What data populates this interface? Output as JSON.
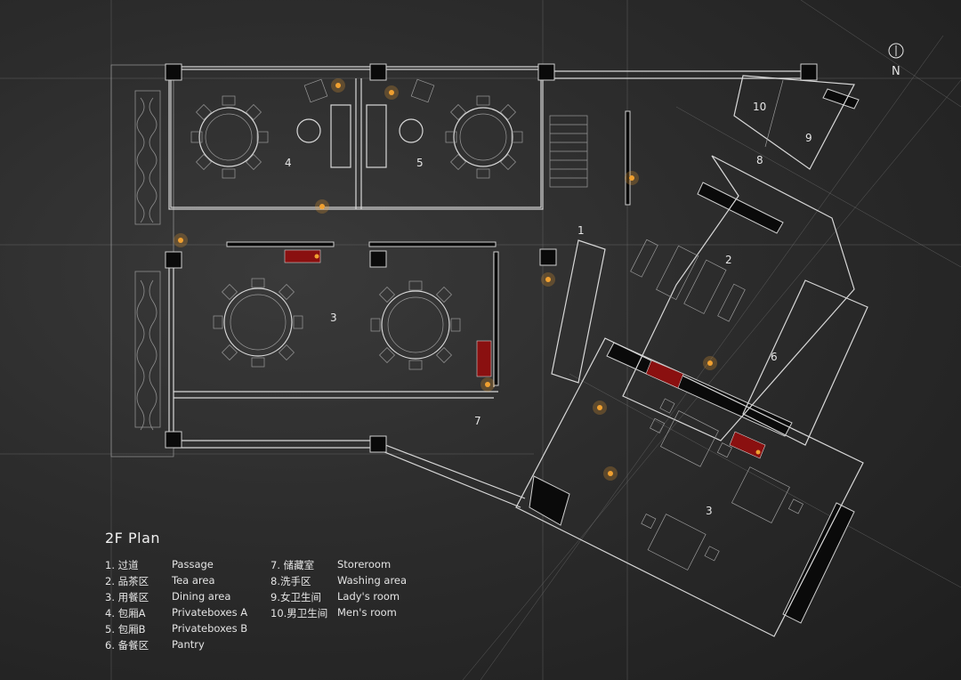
{
  "plan_title": "2F Plan",
  "compass": {
    "label": "N"
  },
  "room_numbers": [
    "1",
    "2",
    "3",
    "3",
    "4",
    "5",
    "6",
    "7",
    "8",
    "9",
    "10"
  ],
  "legend": [
    {
      "cn": "1. 过道",
      "en": "Passage"
    },
    {
      "cn": "2. 品茶区",
      "en": "Tea area"
    },
    {
      "cn": "3. 用餐区",
      "en": "Dining area"
    },
    {
      "cn": "4. 包厢A",
      "en": "Privateboxes A"
    },
    {
      "cn": "5. 包厢B",
      "en": "Privateboxes B"
    },
    {
      "cn": "6. 备餐区",
      "en": "Pantry"
    },
    {
      "cn": "7. 储藏室",
      "en": "Storeroom"
    },
    {
      "cn": "8.洗手区",
      "en": "Washing area"
    },
    {
      "cn": "9.女卫生间",
      "en": "Lady's room"
    },
    {
      "cn": "10.男卫生间",
      "en": "Men's room"
    }
  ],
  "colors": {
    "background": "#2c2c2c",
    "line": "#d8d8d8",
    "wall": "#0a0a0a",
    "accent_red": "#8a1010",
    "light": "#f0a030"
  }
}
